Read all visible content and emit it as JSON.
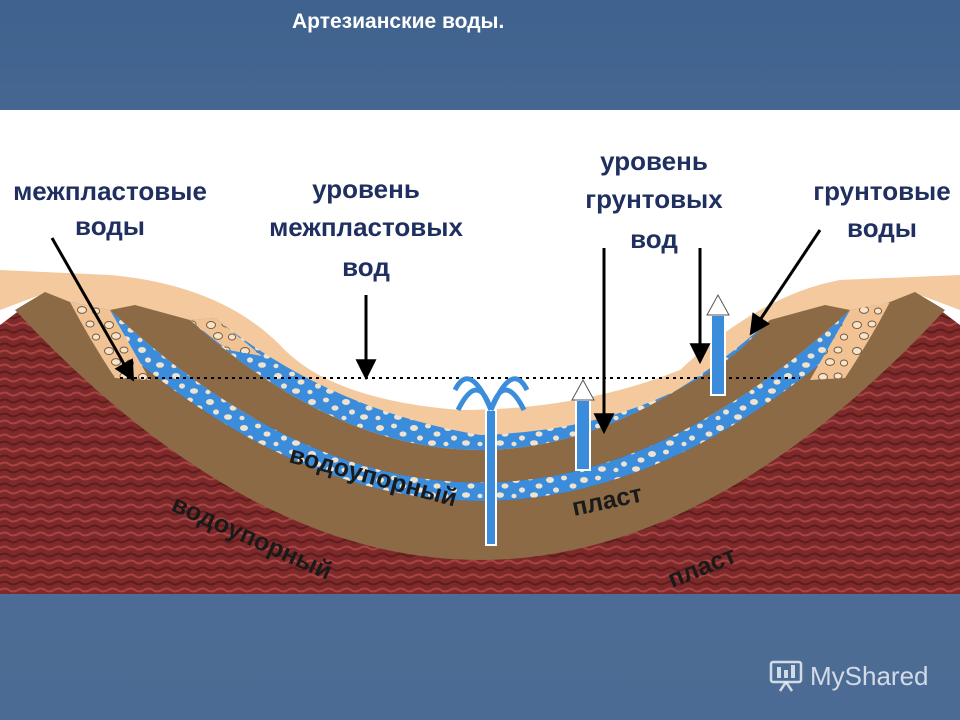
{
  "slide": {
    "title": "Артезианские воды."
  },
  "diagram": {
    "labels": {
      "interlayer_waters_line1": "межпластовые",
      "interlayer_waters_line2": "воды",
      "interlayer_level_line1": "уровень",
      "interlayer_level_line2": "межпластовых",
      "interlayer_level_line3": "вод",
      "ground_level_line1": "уровень",
      "ground_level_line2": "грунтовых",
      "ground_level_line3": "вод",
      "ground_waters_line1": "грунтовые",
      "ground_waters_line2": "воды",
      "aquiclude_upper_left": "водоупорный",
      "aquiclude_upper_right": "пласт",
      "aquiclude_lower_left": "водоупорный",
      "aquiclude_lower_right": "пласт"
    },
    "colors": {
      "water": "#3b8ddc",
      "aquiclude": "#8b6a45",
      "surface_soil": "#f2c79a",
      "bedrock": "#8a2e2e",
      "label_text": "#1f2f5f"
    }
  },
  "watermark": {
    "text": "MyShared"
  }
}
